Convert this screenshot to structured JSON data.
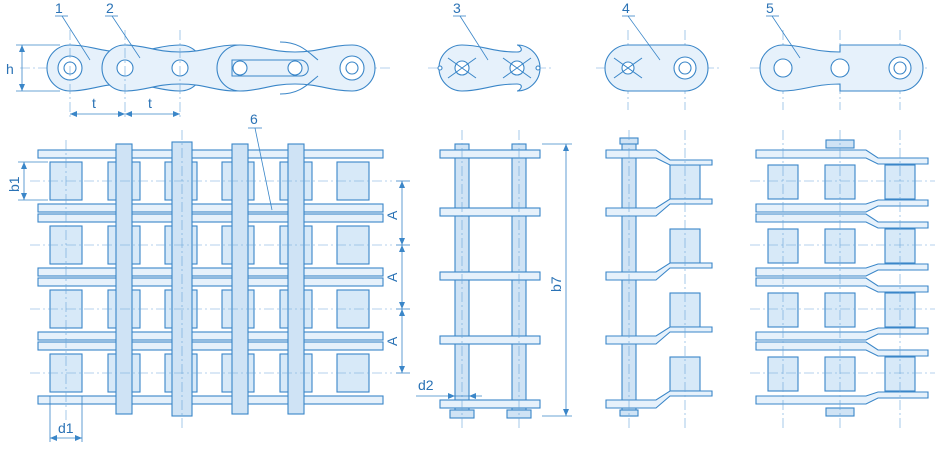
{
  "callouts": {
    "c1": "1",
    "c2": "2",
    "c3": "3",
    "c4": "4",
    "c5": "5",
    "c6": "6"
  },
  "dimensions": {
    "h": "h",
    "t1": "t",
    "t2": "t",
    "b1": "b1",
    "a1": "A",
    "a2": "A",
    "a3": "A",
    "b7": "b7",
    "d2": "d2",
    "d1": "d1"
  },
  "colors": {
    "line": "#3a86c8",
    "fill": "#e6f1fb",
    "text": "#2a72b5"
  }
}
